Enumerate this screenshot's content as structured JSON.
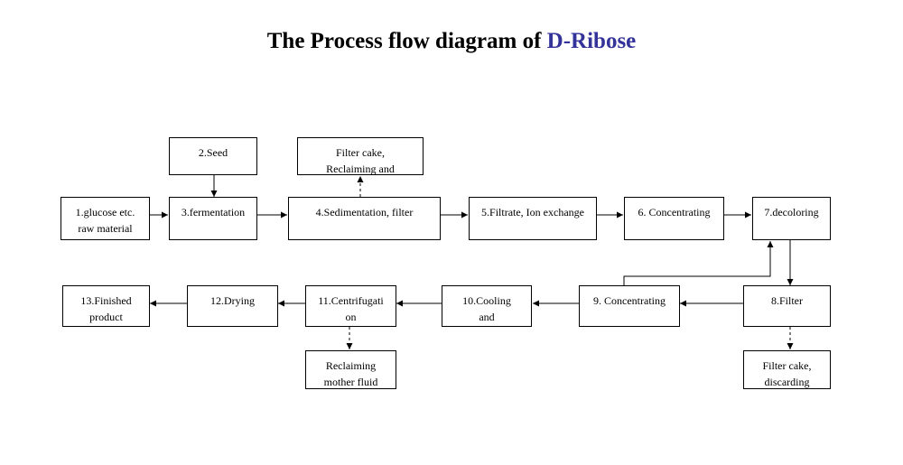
{
  "title": {
    "main": "The Process flow diagram of",
    "accent": "D-Ribose"
  },
  "colors": {
    "accent": "#333399",
    "line": "#000000"
  },
  "steps": {
    "glucose": "1.glucose etc.\nraw material",
    "seed": "2.Seed",
    "fermentation": "3.fermentation",
    "sedimentation": "4.Sedimentation, filter",
    "filter_cake_top": "Filter cake,\nReclaiming and",
    "filtrate": "5.Filtrate, Ion exchange",
    "concentrating_6": "6. Concentrating",
    "decoloring": "7.decoloring",
    "filter": "8.Filter",
    "filter_cake_bottom": "Filter cake,\ndiscarding",
    "concentrating_9": "9. Concentrating",
    "cooling": "10.Cooling\nand",
    "centrifugation": "11.Centrifugati\non",
    "mother_fluid": "Reclaiming\nmother fluid",
    "drying": "12.Drying",
    "finished": "13.Finished\nproduct"
  }
}
